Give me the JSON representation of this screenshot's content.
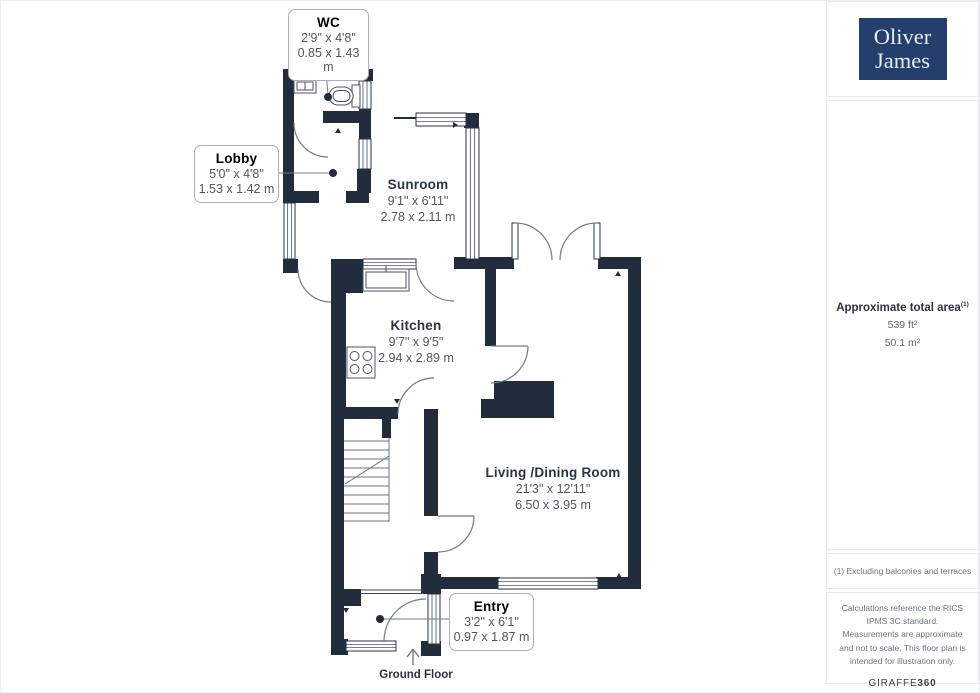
{
  "branding": {
    "logo_line1": "Oliver",
    "logo_line2": "James"
  },
  "floor_label": "Ground Floor",
  "rooms": [
    {
      "name": "Sunroom",
      "imperial": "9'1\" x 6'11\"",
      "metric": "2.78 x 2.11 m"
    },
    {
      "name": "Kitchen",
      "imperial": "9'7\" x 9'5\"",
      "metric": "2.94 x 2.89 m"
    },
    {
      "name": "Living /Dining Room",
      "imperial": "21'3\" x 12'11\"",
      "metric": "6.50 x 3.95 m"
    }
  ],
  "callouts": [
    {
      "name": "WC",
      "imperial": "2'9\" x 4'8\"",
      "metric": "0.85 x 1.43 m"
    },
    {
      "name": "Lobby",
      "imperial": "5'0\" x 4'8\"",
      "metric": "1.53 x 1.42 m"
    },
    {
      "name": "Entry",
      "imperial": "3'2\" x 6'1\"",
      "metric": "0.97 x 1.87 m"
    }
  ],
  "sidebar": {
    "area_title": "Approximate total area",
    "area_superscript": "(1)",
    "area_ft": "539 ft²",
    "area_m": "50.1 m²",
    "footnote": "(1) Excluding balconies and terraces",
    "disclaimer": "Calculations reference the RICS IPMS 3C standard. Measurements are approximate and not to scale. This floor plan is intended for illustration only.",
    "provider": "GIRAFFE",
    "provider_suffix": "360"
  },
  "colors": {
    "wall": "#212d3d",
    "logo_bg": "#243f6c",
    "text_dark": "#2b3442",
    "text_muted": "#4d5765"
  }
}
